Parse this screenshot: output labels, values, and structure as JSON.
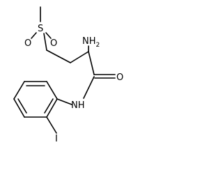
{
  "molecule": {
    "atoms": {
      "sulfur": "S",
      "sulfonyl_oxygen_left": "O",
      "sulfonyl_oxygen_right": "O",
      "amine_main": "NH",
      "amine_sub": "2",
      "amide_oxygen": "O",
      "amide_nitrogen": "NH",
      "iodine": "I"
    }
  }
}
